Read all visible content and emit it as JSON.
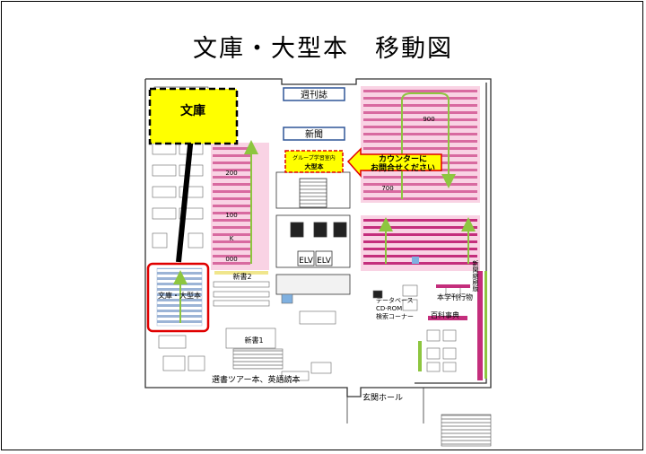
{
  "title": "文庫・大型本　移動図",
  "callouts": {
    "bunko_target": "文庫",
    "bunko_oogata": "文庫・大型本",
    "group_line1": "グループ学習室内",
    "group_line2": "大型本",
    "counter_line1": "カウンターに",
    "counter_line2": "お問合せください"
  },
  "rooms": {
    "weekly": "週刊誌",
    "newspaper": "新聞",
    "shinsho2": "新書2",
    "shinsho1": "新書1",
    "selection": "選書ツアー本、英語読本",
    "entrance": "玄関ホール",
    "database_1": "データベース",
    "database_2": "CD-ROM",
    "database_3": "検索コーナー",
    "reference": "百科事典",
    "new_reference": "本学刊行物",
    "new_journals": "新聞縮刷版",
    "elv1": "ELV",
    "elv2": "ELV"
  },
  "shelf_numbers": [
    "900",
    "700",
    "200",
    "100",
    "K",
    "000"
  ],
  "colors": {
    "highlight_yellow": "#ffff00",
    "arrow_black": "#000000",
    "red_frame": "#e00000",
    "route_green": "#8dc63f",
    "shelf_pink": "#e36fa6",
    "zone_pink": "#f9d3e4",
    "label_blue": "#2f5597"
  }
}
